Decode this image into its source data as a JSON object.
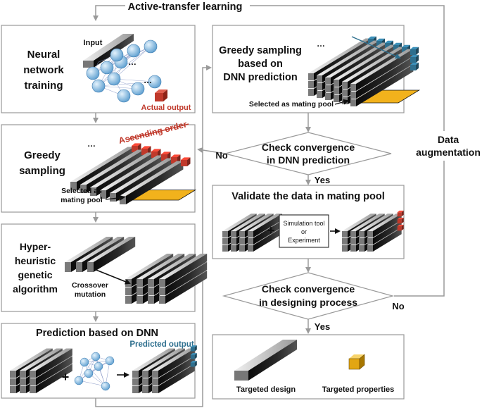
{
  "title": "Active-transfer learning",
  "left_column": {
    "nn_training": {
      "title_lines": [
        "Neural",
        "network",
        "training"
      ],
      "input_label": "Input",
      "output_label": "Actual output"
    },
    "greedy_sampling": {
      "title_lines": [
        "Greedy",
        "sampling"
      ],
      "order_label": "Ascending order",
      "pool_label_lines": [
        "Selected as",
        "mating pool"
      ]
    },
    "genetic": {
      "title_lines": [
        "Hyper-",
        "heuristic",
        "genetic",
        "algorithm"
      ],
      "op_lines": [
        "Crossover",
        "mutation"
      ]
    },
    "prediction": {
      "title": "Prediction based on DNN",
      "output_label": "Predicted output",
      "plus": "+"
    }
  },
  "right_column": {
    "greedy_dnn": {
      "title_lines": [
        "Greedy sampling",
        "based on",
        "DNN prediction"
      ],
      "pool_label": "Selected as mating pool"
    },
    "convergence_dnn": {
      "lines": [
        "Check convergence",
        "in DNN prediction"
      ],
      "no_label": "No",
      "yes_label": "Yes"
    },
    "validate": {
      "title": "Validate the data in mating pool",
      "tool_lines": [
        "Simulation tool",
        "or",
        "Experiment"
      ],
      "plus": "+"
    },
    "convergence_design": {
      "lines": [
        "Check convergence",
        "in designing process"
      ],
      "no_label": "No",
      "yes_label": "Yes"
    },
    "result": {
      "design_label": "Targeted design",
      "properties_label": "Targeted properties"
    }
  },
  "augmentation_lines": [
    "Data",
    "augmentation"
  ],
  "colors": {
    "accent_red": "#c0392b",
    "accent_blue": "#2e6f8e",
    "plate": "#f2b21c",
    "node": "#8ec3ea",
    "box_border": "#999999"
  }
}
